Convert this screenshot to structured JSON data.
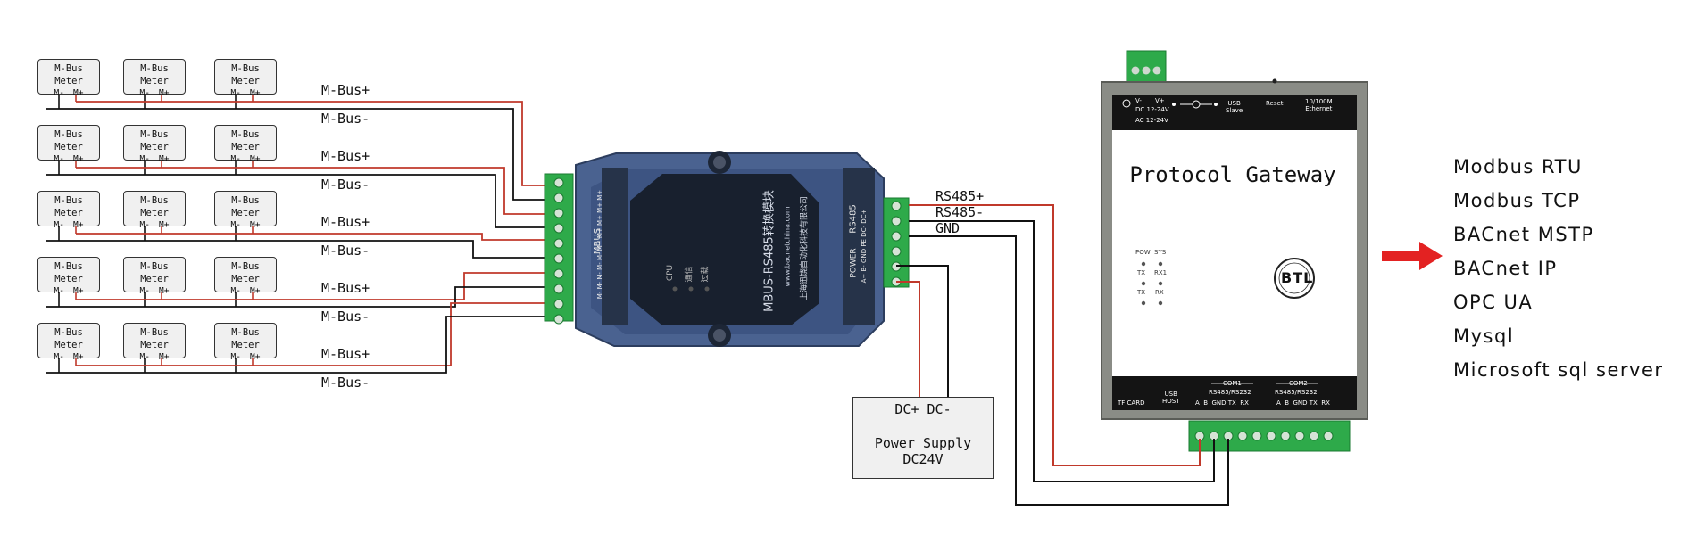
{
  "meters": {
    "title": "M-Bus Meter",
    "term_minus": "M-",
    "term_plus": "M+"
  },
  "bus_labels": {
    "plus": "M-Bus+",
    "minus": "M-Bus-"
  },
  "module": {
    "brand_text": "MBUS-RS485转换模块",
    "website": "www.bacnetchina.com",
    "company": "上海迅饶自动化科技有限公司",
    "leds": [
      "CPU",
      "通信",
      "过载"
    ],
    "left_terminal_label": "MBUS",
    "left_pins": "M- M- M- M- M- M+ M+ M+ M+ M+",
    "right_terminal_label": "RS485",
    "right_pins": "A+ B- GND PE DC- DC+",
    "power_label": "POWER"
  },
  "rs485": {
    "plus": "RS485+",
    "minus": "RS485-",
    "gnd": "GND"
  },
  "power_supply": {
    "terms": "DC+ DC-",
    "name": "Power Supply",
    "voltage": "DC24V"
  },
  "gateway": {
    "title": "Protocol Gateway",
    "top_labels": {
      "vminus": "V-",
      "vplus": "V+",
      "dc": "DC 12-24V",
      "ac": "AC 12-24V",
      "usb_slave": "USB\nSlave",
      "reset": "Reset",
      "ethernet": "10/100M\nEthernet"
    },
    "leds": [
      "POW",
      "SYS",
      "TX",
      "RX1",
      "TX",
      "RX"
    ],
    "bottom_labels": {
      "tf": "TF CARD",
      "usb_host": "USB\nHOST",
      "com1": "COM1",
      "com2": "COM2",
      "rs1": "RS485/RS232",
      "rs2": "RS485/RS232",
      "pins1": "A  B  GND TX  RX",
      "pins2": "A  B  GND TX  RX"
    },
    "logo_text": "BTL"
  },
  "protocols": [
    "Modbus RTU",
    "Modbus TCP",
    "BACnet MSTP",
    "BACnet IP",
    "OPC UA",
    "Mysql",
    "Microsoft sql server"
  ],
  "colors": {
    "wire_red": "#c0392b",
    "wire_black": "#111111",
    "terminal_green": "#2eaa4a",
    "module_blue": "#4a6290",
    "gateway_dark": "#1a1a1a",
    "arrow_red": "#e32222"
  }
}
